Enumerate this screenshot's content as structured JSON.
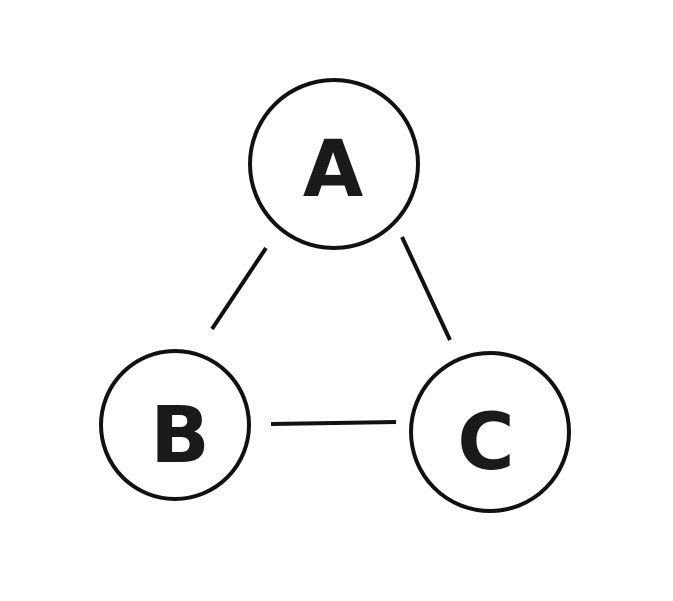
{
  "diagram": {
    "type": "graph",
    "nodes": [
      {
        "id": "A",
        "label": "A"
      },
      {
        "id": "B",
        "label": "B"
      },
      {
        "id": "C",
        "label": "C"
      }
    ],
    "edges": [
      {
        "from": "A",
        "to": "B"
      },
      {
        "from": "A",
        "to": "C"
      },
      {
        "from": "B",
        "to": "C"
      }
    ],
    "colors": {
      "stroke": "#111111",
      "label": "#1a1a1a",
      "background": "#ffffff"
    }
  }
}
